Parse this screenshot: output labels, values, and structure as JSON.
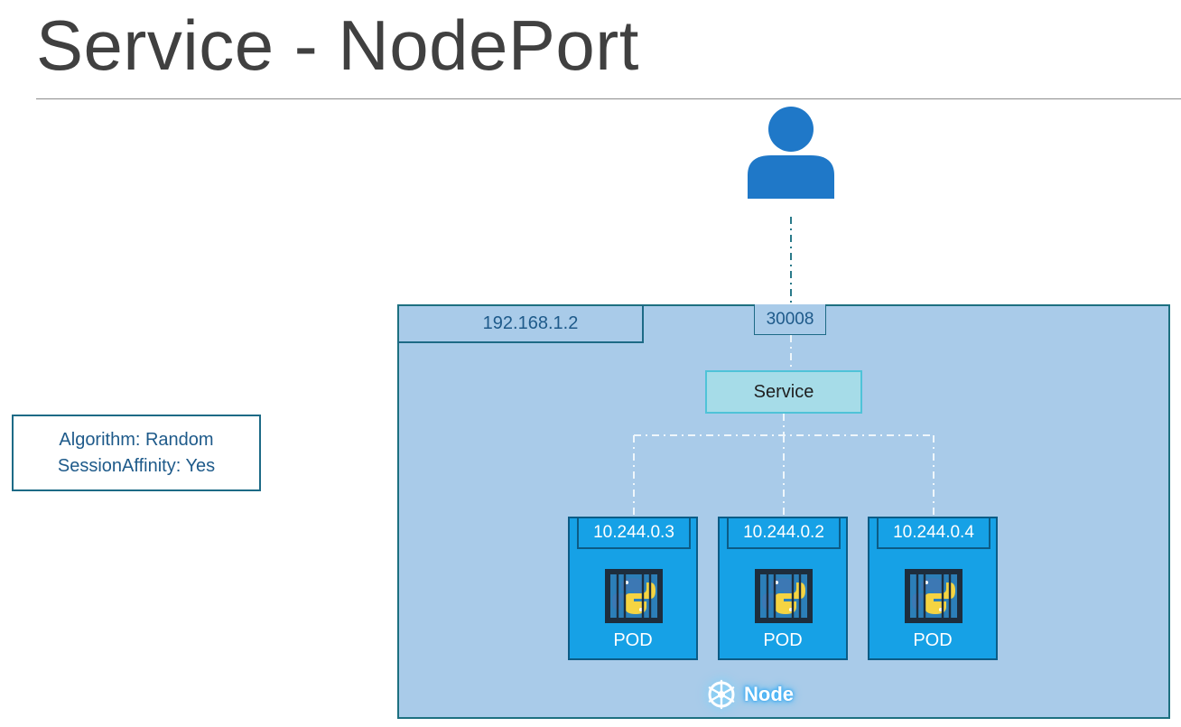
{
  "slide": {
    "title": "Service - NodePort"
  },
  "node": {
    "ip": "192.168.1.2",
    "node_port": "30008",
    "label": "Node",
    "service_label": "Service"
  },
  "pods": [
    {
      "ip": "10.244.0.3",
      "label": "POD"
    },
    {
      "ip": "10.244.0.2",
      "label": "POD"
    },
    {
      "ip": "10.244.0.4",
      "label": "POD"
    }
  ],
  "settings": {
    "algorithm": "Algorithm: Random",
    "session_affinity": "SessionAffinity: Yes"
  },
  "icons": {
    "user": "user-icon",
    "pod_app": "python-container-icon",
    "node": "kubernetes-wheel-icon"
  },
  "colors": {
    "node_fill": "#a9cbe9",
    "node_border": "#1d7080",
    "pod_fill": "#16a1e6",
    "service_fill": "#a6dce8",
    "user": "#1f78c8",
    "text_blue": "#1e5a8a"
  }
}
